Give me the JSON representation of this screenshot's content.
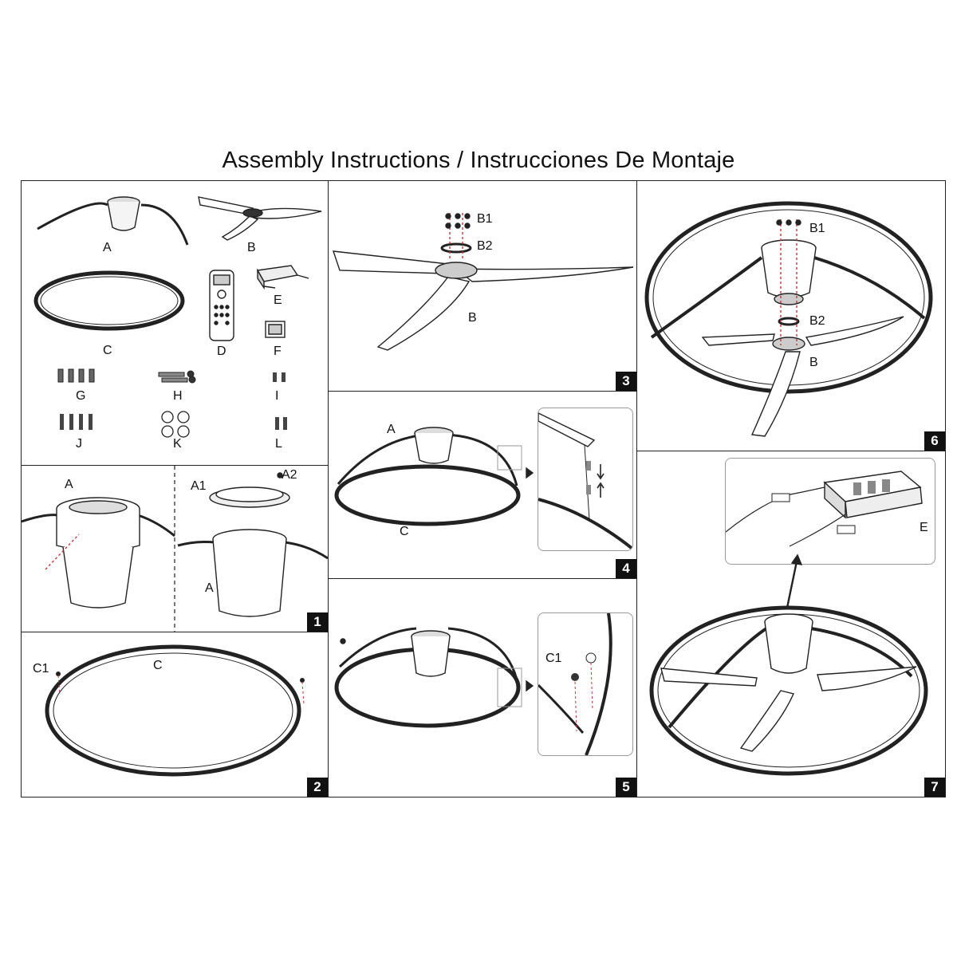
{
  "title": "Assembly Instructions / Instrucciones De Montaje",
  "parts": [
    "A",
    "B",
    "C",
    "D",
    "E",
    "F",
    "G",
    "H",
    "I",
    "J",
    "K",
    "L"
  ],
  "steps": {
    "s1": {
      "number": "1",
      "labels": {
        "a": "A",
        "a_bottom": "A",
        "a1": "A1",
        "a2": "A2"
      }
    },
    "s2": {
      "number": "2",
      "labels": {
        "c1": "C1",
        "c": "C"
      }
    },
    "s3": {
      "number": "3",
      "labels": {
        "b1": "B1",
        "b2": "B2",
        "b": "B"
      }
    },
    "s4": {
      "number": "4",
      "labels": {
        "a": "A",
        "c": "C"
      }
    },
    "s5": {
      "number": "5",
      "labels": {
        "c1": "C1"
      }
    },
    "s6": {
      "number": "6",
      "labels": {
        "b1": "B1",
        "b2": "B2",
        "b": "B"
      }
    },
    "s7": {
      "number": "7",
      "labels": {
        "e": "E"
      }
    }
  }
}
